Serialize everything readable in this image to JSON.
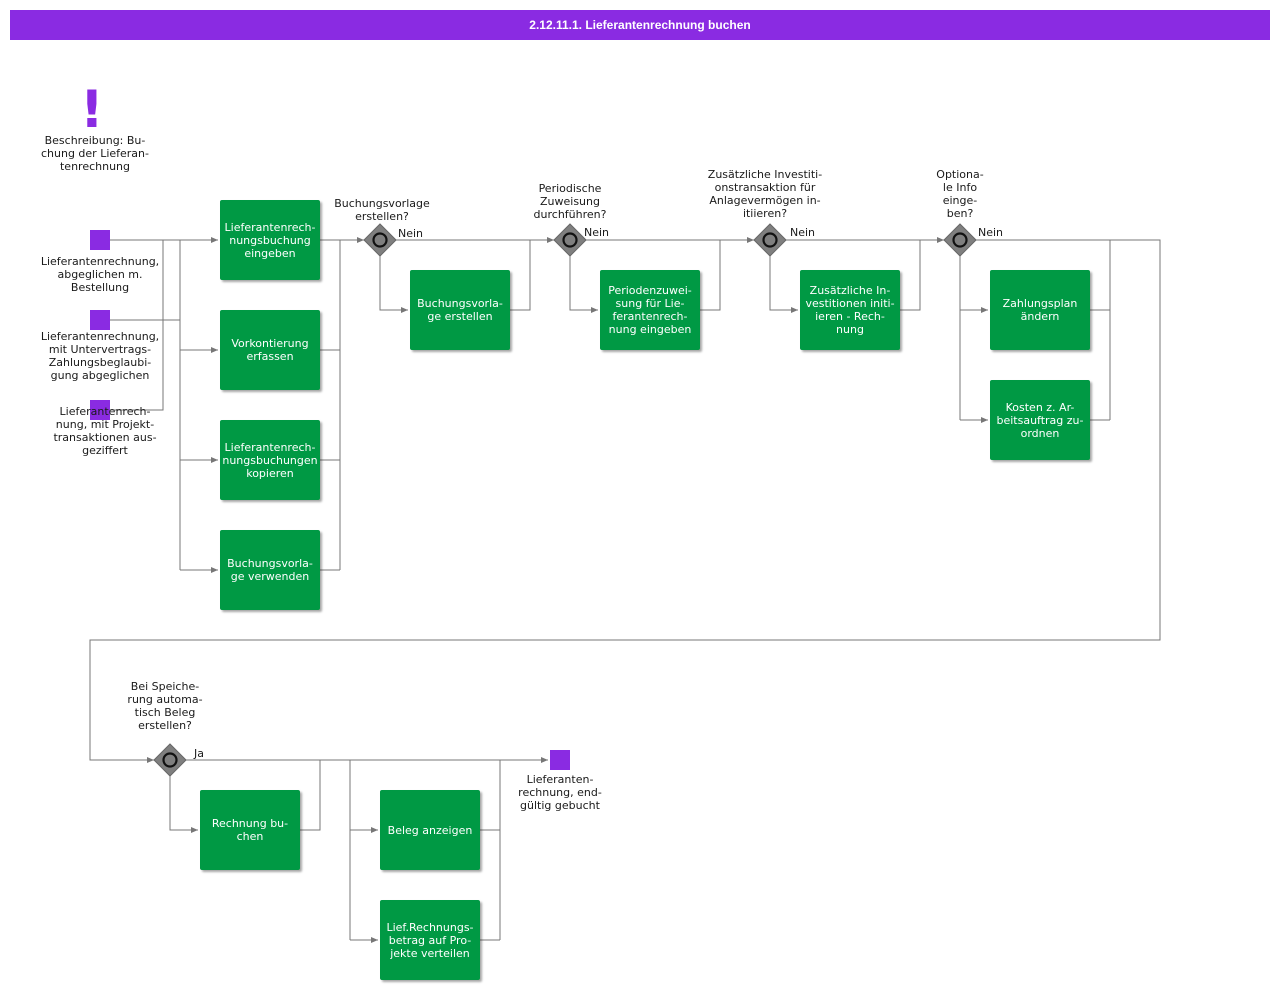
{
  "title": "2.12.11.1. Lieferantenrechnung buchen",
  "colors": {
    "header": "#8a2be2",
    "task": "#009944",
    "event": "#8a2be2",
    "gateway": "#7f7f7f",
    "line": "#777777"
  },
  "note": {
    "icon": "exclamation-icon",
    "mark": "!",
    "text": "Beschreibung:  Bu-\nchung der  Lieferan-\ntenrechnung"
  },
  "start_events": [
    {
      "text": "Lieferantenrechnung,\nabgeglichen m.\nBestellung"
    },
    {
      "text": "Lieferantenrechnung,\nmit Untervertrags-\nZahlungsbeglaubi-\ngung abgeglichen"
    },
    {
      "text": "Lieferantenrech-\nnung, mit Projekt-\ntransaktionen aus-\ngeziffert"
    }
  ],
  "end_event": {
    "text": "Lieferanten-\nrechnung, end-\ngültig gebucht"
  },
  "tasks": {
    "t1": "Lieferantenrech-\nnungsbuchung\neingeben",
    "t2": "Vorkontierung\nerfassen",
    "t3": "Lieferantenrech-\nnungsbuchungen\nkopieren",
    "t4": "Buchungsvorla-\nge verwenden",
    "t5": "Buchungsvorla-\nge erstellen",
    "t6": "Periodenzuwei-\nsung  für  Lie-\nferantenrech-\nnung   eingeben",
    "t7": "Zusätzliche In-\nvestitionen initi-\nieren - Rech-\nnung",
    "t8": "Zahlungsplan\nändern",
    "t9": "Kosten z. Ar-\nbeitsauftrag zu-\nordnen",
    "t10": "Rechnung bu-\nchen",
    "t11": "Beleg anzeigen",
    "t12": "Lief.Rechnungs-\nbetrag auf Pro-\njekte verteilen"
  },
  "gateways": {
    "g1": {
      "question": "Buchungsvorlage\nerstellen?",
      "branch": "Nein"
    },
    "g2": {
      "question": "Periodische\nZuweisung\ndurchführen?",
      "branch": "Nein"
    },
    "g3": {
      "question": "Zusätzliche    Investiti-\nonstransaktion    für\nAnlagevermögen    in-\nitiieren?",
      "branch": "Nein"
    },
    "g4": {
      "question": "Optiona-\nle Info\neinge-\nben?",
      "branch": "Nein"
    },
    "g5": {
      "question": "Bei Speiche-\nrung automa-\ntisch Beleg\nerstellen?",
      "branch": "Ja"
    }
  }
}
